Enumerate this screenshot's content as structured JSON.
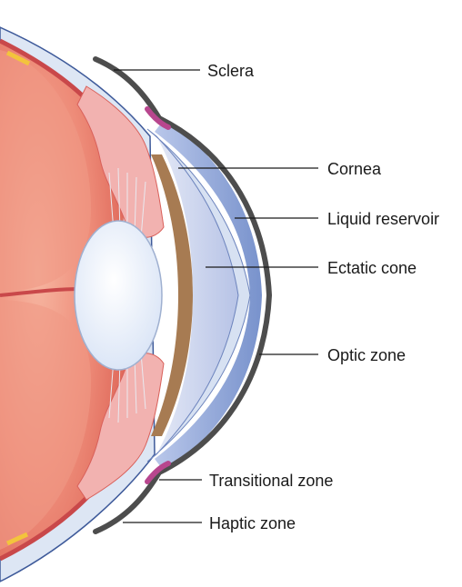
{
  "labels": {
    "sclera": "Sclera",
    "cornea": "Cornea",
    "liquid_reservoir": "Liquid reservoir",
    "ectatic_cone": "Ectatic cone",
    "optic_zone": "Optic zone",
    "transitional_zone": "Transitional zone",
    "haptic_zone": "Haptic zone"
  },
  "colors": {
    "background": "#ffffff",
    "sclera_fill": "#dde6f4",
    "sclera_outline": "#3e5a9a",
    "vitreous": "#ef8f7c",
    "vitreous_dark": "#d9604f",
    "retina_band": "#c9484a",
    "ciliary_pink": "#f2b2b0",
    "iris_brown": "#a77b52",
    "lens": "#f2f6fc",
    "aqueous": "#c6d0ea",
    "cornea": "#d7e1f2",
    "reservoir": "#8fa6d6",
    "lens_shell": "#4d4d4d",
    "haptic_pink": "#b8468e",
    "leader_line": "#1a1a1a"
  }
}
